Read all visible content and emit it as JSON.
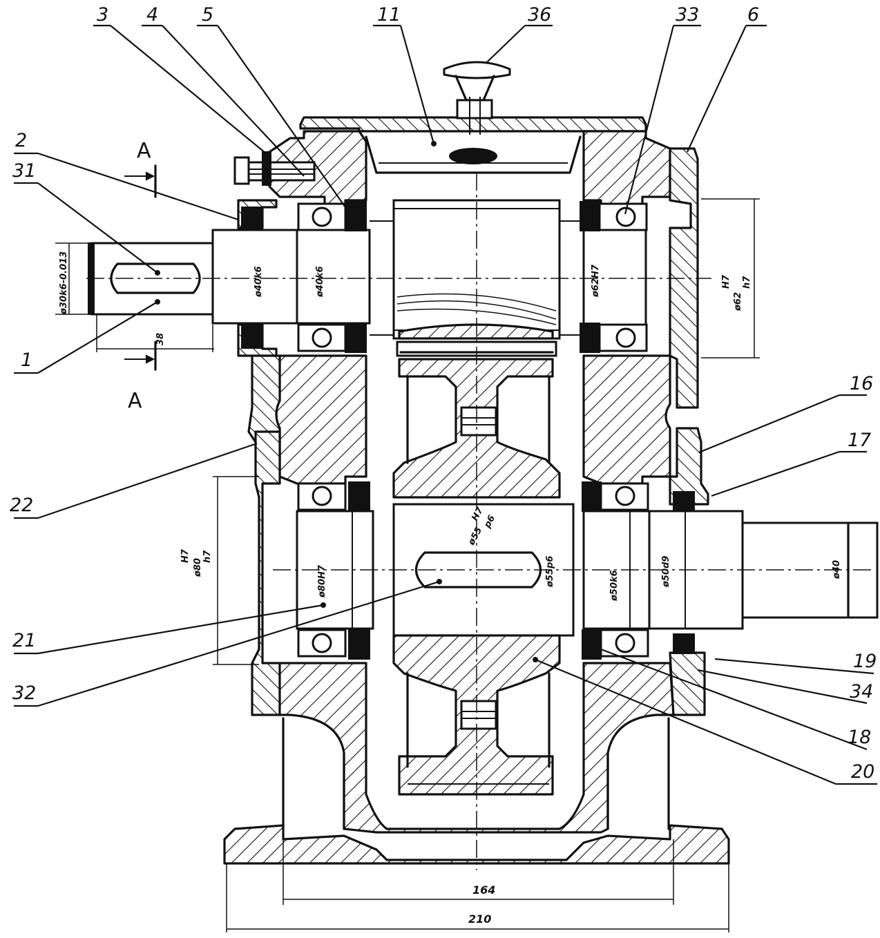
{
  "drawing": {
    "section_label": "A",
    "callouts": [
      "3",
      "4",
      "5",
      "11",
      "36",
      "33",
      "6",
      "2",
      "31",
      "1",
      "16",
      "17",
      "22",
      "21",
      "32",
      "19",
      "34",
      "18",
      "20"
    ],
    "dimensions": {
      "input_shaft_end": "ø30k6-0.013",
      "key_length": "38",
      "input_bearing_a": "ø40k6",
      "input_bearing_b": "ø40k6",
      "input_bore_fit": "ø62H7",
      "cover_fit_num": "H7",
      "cover_fit_den": "h7",
      "cover_fit_dia": "ø62",
      "output_cover_num": "H7",
      "output_cover_den": "h7",
      "output_cover_dia": "ø80",
      "output_bore": "ø80H7",
      "gear_fit_dia": "ø55",
      "gear_fit_num": "H7",
      "gear_fit_den": "p6",
      "shaft_55": "ø55p6",
      "output_bearing_a": "ø50k6",
      "output_bearing_b": "ø50d9",
      "output_shaft_end": "ø40",
      "base_inner": "164",
      "base_outer": "210"
    }
  }
}
